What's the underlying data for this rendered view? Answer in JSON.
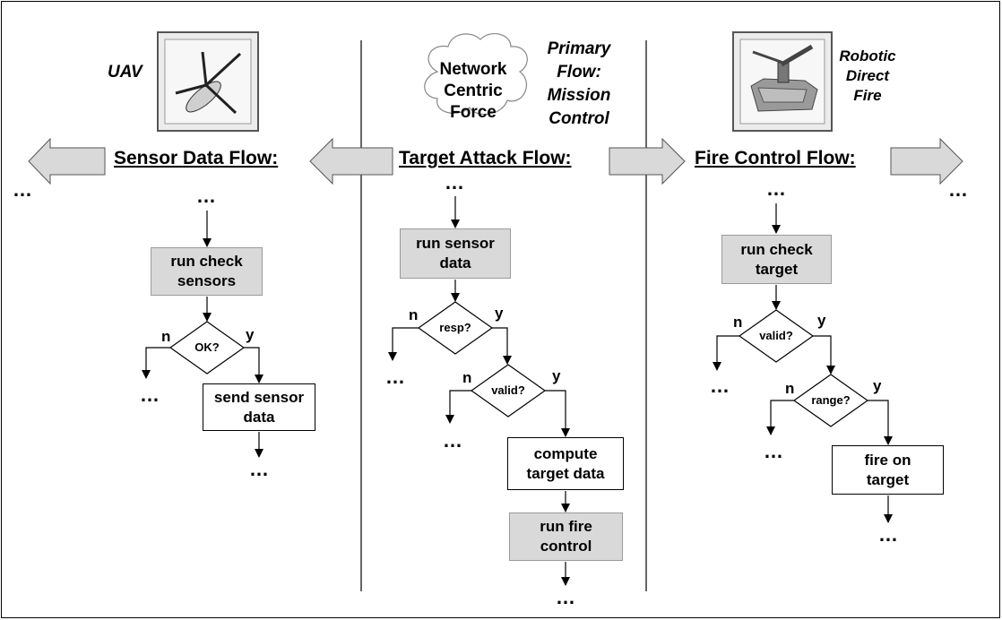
{
  "lanes": {
    "sensor": {
      "actor": "UAV",
      "title": "Sensor Data Flow:",
      "ellipsis_top": "…",
      "box1": [
        "run check",
        "sensors"
      ],
      "decision": "OK?",
      "no": "n",
      "yes": "y",
      "ellipsis_no": "…",
      "box2": [
        "send sensor",
        "data"
      ],
      "ellipsis_end": "…"
    },
    "target": {
      "actor_cloud": [
        "Network",
        "Centric",
        "Force"
      ],
      "primary_flow": [
        "Primary",
        "Flow:",
        "Mission",
        "Control"
      ],
      "title": "Target Attack Flow:",
      "ellipsis_top": "…",
      "box1": [
        "run sensor",
        "data"
      ],
      "decision1": "resp?",
      "no1": "n",
      "yes1": "y",
      "ellipsis_no1": "…",
      "decision2": "valid?",
      "no2": "n",
      "yes2": "y",
      "ellipsis_no2": "…",
      "box2": [
        "compute",
        "target data"
      ],
      "box3": [
        "run fire",
        "control"
      ],
      "ellipsis_end": "…"
    },
    "fire": {
      "actor": [
        "Robotic",
        "Direct",
        "Fire"
      ],
      "title": "Fire Control Flow:",
      "ellipsis_top": "…",
      "box1": [
        "run check",
        "target"
      ],
      "decision1": "valid?",
      "no1": "n",
      "yes1": "y",
      "ellipsis_no1": "…",
      "decision2": "range?",
      "no2": "n",
      "yes2": "y",
      "ellipsis_no2": "…",
      "box2": [
        "fire on",
        "target"
      ],
      "ellipsis_end": "…"
    }
  },
  "edge_ellipsis_left": "…",
  "edge_ellipsis_right": "…",
  "colors": {
    "box_grey": "#d9d9d9",
    "arrow_grey": "#d9d9d9",
    "line": "#000000"
  }
}
